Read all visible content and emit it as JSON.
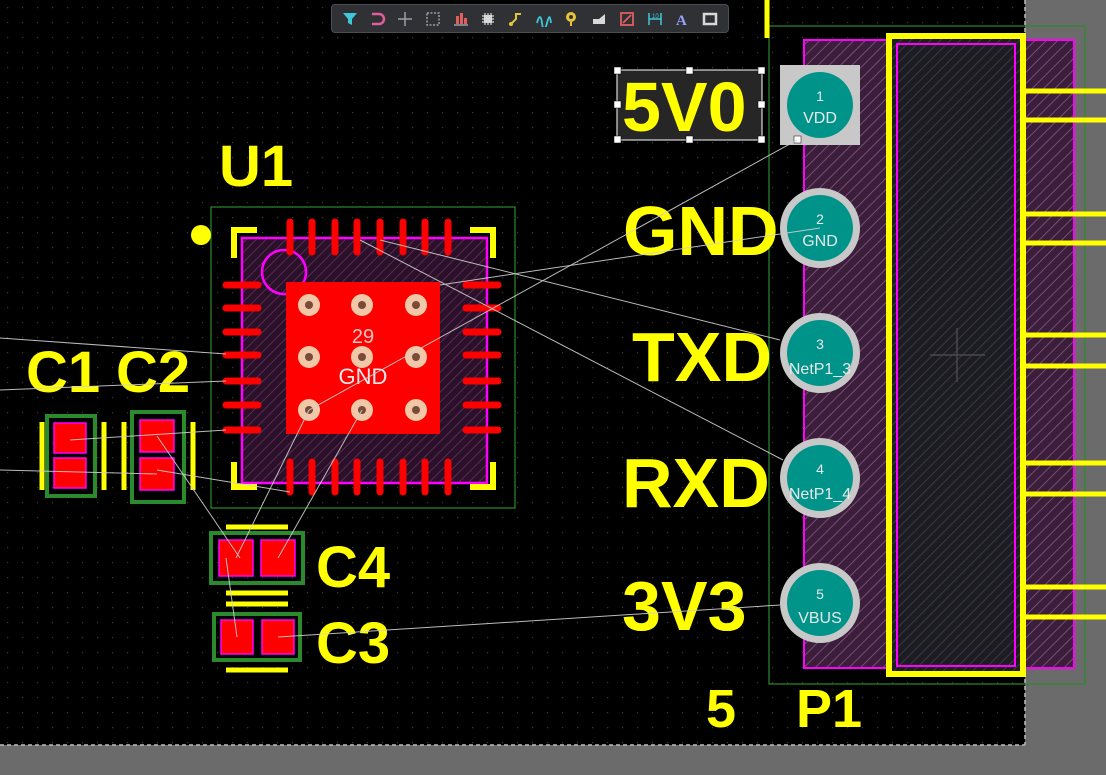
{
  "toolbar": {
    "tools": [
      {
        "name": "filter-icon",
        "color": "#3ec7d8"
      },
      {
        "name": "snap-icon",
        "color": "#e05e9b"
      },
      {
        "name": "crosshair-icon",
        "color": "#9aa0a6"
      },
      {
        "name": "select-rect-icon",
        "color": "#9aa0a6"
      },
      {
        "name": "align-icon",
        "color": "#e05e5e"
      },
      {
        "name": "component-icon",
        "color": "#d8d8d8"
      },
      {
        "name": "route-icon",
        "color": "#e6c53a"
      },
      {
        "name": "diff-pair-icon",
        "color": "#3ec7d8"
      },
      {
        "name": "via-icon",
        "color": "#e6c53a"
      },
      {
        "name": "polygon-icon",
        "color": "#d8d8d8"
      },
      {
        "name": "keepout-icon",
        "color": "#e05e5e"
      },
      {
        "name": "dimension-icon",
        "color": "#3ec7d8"
      },
      {
        "name": "text-icon",
        "color": "#9aa0ff"
      },
      {
        "name": "rectangle-icon",
        "color": "#d8d8d8"
      }
    ]
  },
  "designators": {
    "u1": "U1",
    "c1": "C1",
    "c2": "C2",
    "c3": "C3",
    "c4": "C4",
    "p1": "P1",
    "p1_count": "5"
  },
  "net_labels": {
    "n1": "5V0",
    "n2": "GND",
    "n3": "TXD",
    "n4": "RXD",
    "n5": "3V3"
  },
  "u1_center_pad": {
    "number": "29",
    "net": "GND"
  },
  "p1_pads": [
    {
      "number": "1",
      "net": "VDD"
    },
    {
      "number": "2",
      "net": "GND"
    },
    {
      "number": "3",
      "net": "NetP1_3"
    },
    {
      "number": "4",
      "net": "NetP1_4"
    },
    {
      "number": "5",
      "net": "VBUS"
    }
  ],
  "colors": {
    "background": "#000000",
    "silkscreen": "#ffff00",
    "top_copper": "#ff0000",
    "pad_ring": "#c8c8c8",
    "pad_fill": "#00938a",
    "courtyard": "#2b8a2b",
    "outline_magenta": "#ff00ff",
    "ratsnest": "#cfcfcf",
    "selection": "#ffffff"
  }
}
